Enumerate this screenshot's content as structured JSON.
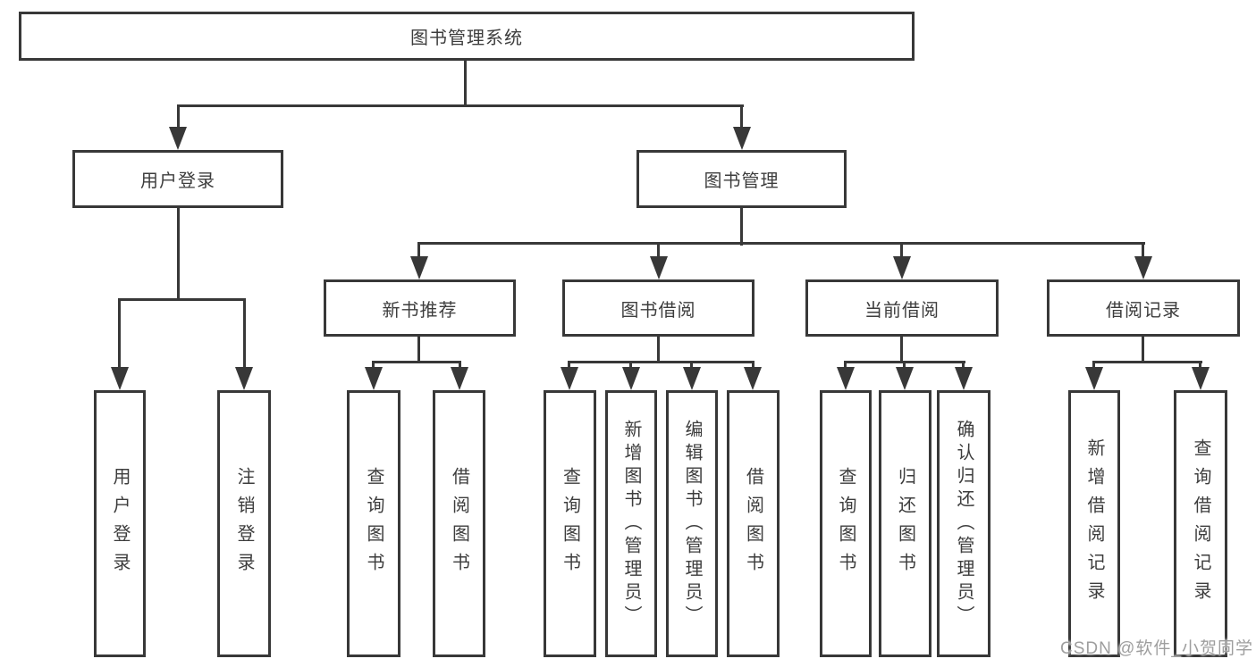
{
  "watermark": "CSDN @软件_小贺同学",
  "colors": {
    "line": "#383838",
    "text": "#3d3d3d",
    "watermark": "#9e9e9e",
    "background": "#ffffff"
  },
  "tree": {
    "root": {
      "label": "图书管理系统"
    },
    "branches": [
      {
        "label": "用户登录",
        "children": [
          {
            "label": "用户登录"
          },
          {
            "label": "注销登录"
          }
        ]
      },
      {
        "label": "图书管理",
        "children": [
          {
            "label": "新书推荐",
            "children": [
              {
                "label": "查询图书"
              },
              {
                "label": "借阅图书"
              }
            ]
          },
          {
            "label": "图书借阅",
            "children": [
              {
                "label": "查询图书"
              },
              {
                "label": "新增图书（管理员）"
              },
              {
                "label": "编辑图书（管理员）"
              },
              {
                "label": "借阅图书"
              }
            ]
          },
          {
            "label": "当前借阅",
            "children": [
              {
                "label": "查询图书"
              },
              {
                "label": "归还图书"
              },
              {
                "label": "确认归还（管理员）"
              }
            ]
          },
          {
            "label": "借阅记录",
            "children": [
              {
                "label": "新增借阅记录"
              },
              {
                "label": "查询借阅记录"
              }
            ]
          }
        ]
      }
    ]
  }
}
